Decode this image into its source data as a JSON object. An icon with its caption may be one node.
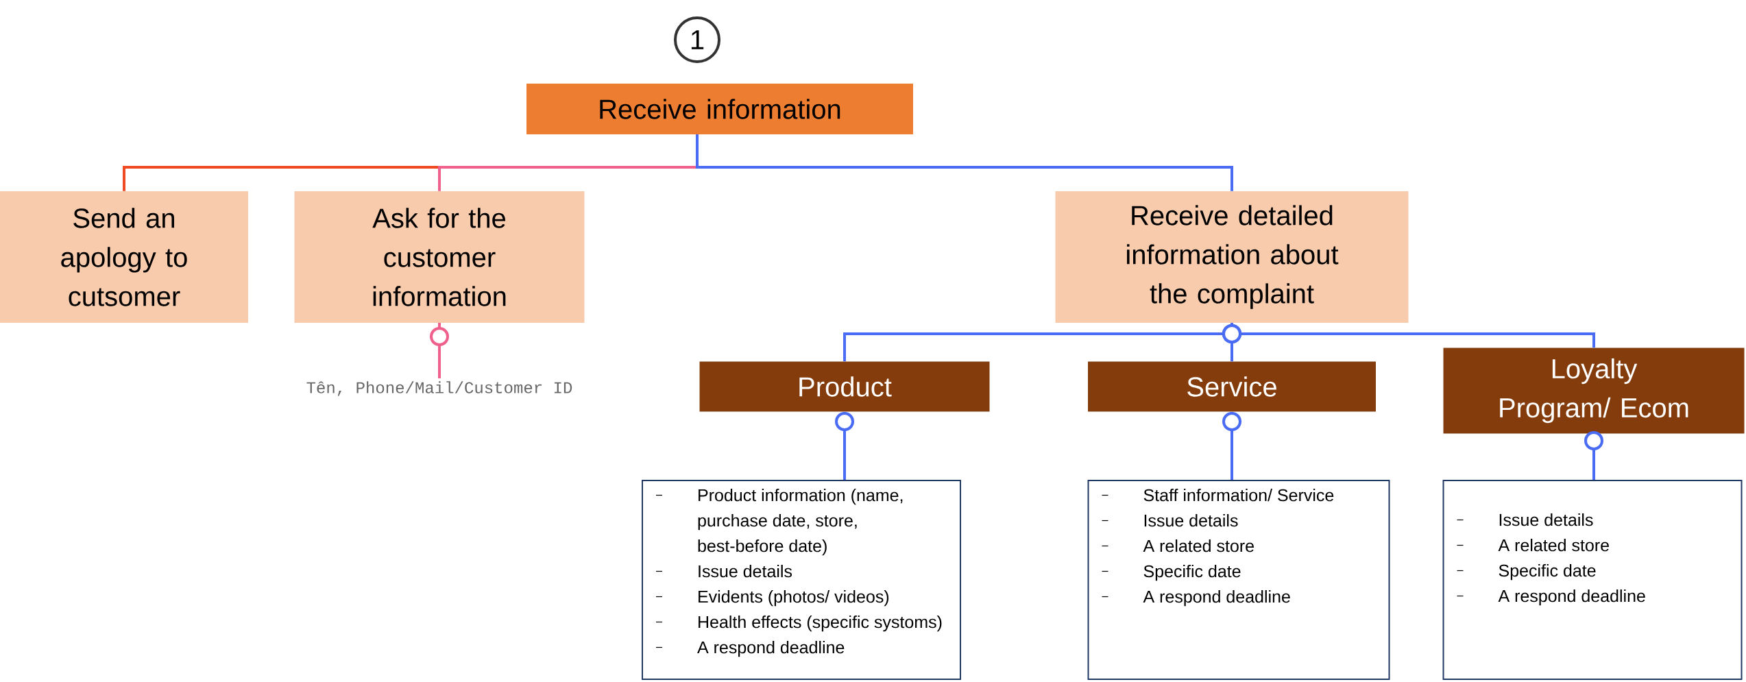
{
  "diagram": {
    "nodes": [
      {
        "text": [
          "1"
        ]
      },
      {
        "text": [
          "Receive information"
        ]
      },
      {
        "text": [
          "Send an apology to cutsomer"
        ]
      },
      {
        "text": [
          "Ask for the customer information"
        ]
      },
      {
        "text": [
          "Receive detailed information about the complaint"
        ]
      },
      {
        "text": [
          "Tên, Phone/Mail/Customer ID"
        ]
      },
      {
        "text": [
          "Product"
        ]
      },
      {
        "text": [
          "Service"
        ]
      },
      {
        "text": [
          "Loyalty Program/ Ecom"
        ]
      },
      {
        "text": [
          "Product information (name, purchase date, store, best-before date)",
          "Issue details",
          "Evidents (photos/ videos)",
          "Health effects (specific systoms)",
          "A respond deadline"
        ]
      },
      {
        "text": [
          "Staff information/ Service",
          "Issue details",
          "A related store",
          "Specific date",
          "A respond deadline"
        ]
      },
      {
        "text": [
          "Issue details",
          "A related store",
          "Specific date",
          "A respond deadline"
        ]
      }
    ],
    "edges": [
      {
        "from": 1,
        "to": 2,
        "arrow": "none",
        "color": "#f04a24"
      },
      {
        "from": 1,
        "to": 3,
        "arrow": "none",
        "color": "#f0608c"
      },
      {
        "from": 1,
        "to": 4,
        "arrow": "none"
      },
      {
        "from": 3,
        "to": 5,
        "arrow": "other",
        "color": "#f0608c"
      },
      {
        "from": 4,
        "to": 6,
        "arrow": "other"
      },
      {
        "from": 4,
        "to": 7,
        "arrow": "other"
      },
      {
        "from": 4,
        "to": 8,
        "arrow": "other"
      },
      {
        "from": 6,
        "to": 9,
        "arrow": "other"
      },
      {
        "from": 7,
        "to": 10,
        "arrow": "other"
      },
      {
        "from": 8,
        "to": 11,
        "arrow": "other"
      }
    ]
  }
}
